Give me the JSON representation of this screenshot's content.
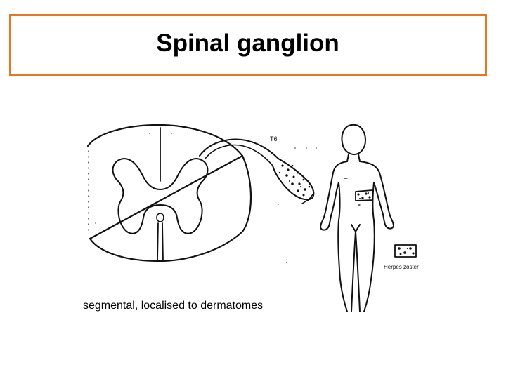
{
  "slide": {
    "title": "Spinal ganglion",
    "caption": "segmental, localised to dermatomes"
  },
  "figure": {
    "segment_label": "T6",
    "legend_label": "Herpes zoster"
  },
  "colors": {
    "title_border": "#e8761f",
    "ink": "#111111",
    "background": "#ffffff"
  }
}
